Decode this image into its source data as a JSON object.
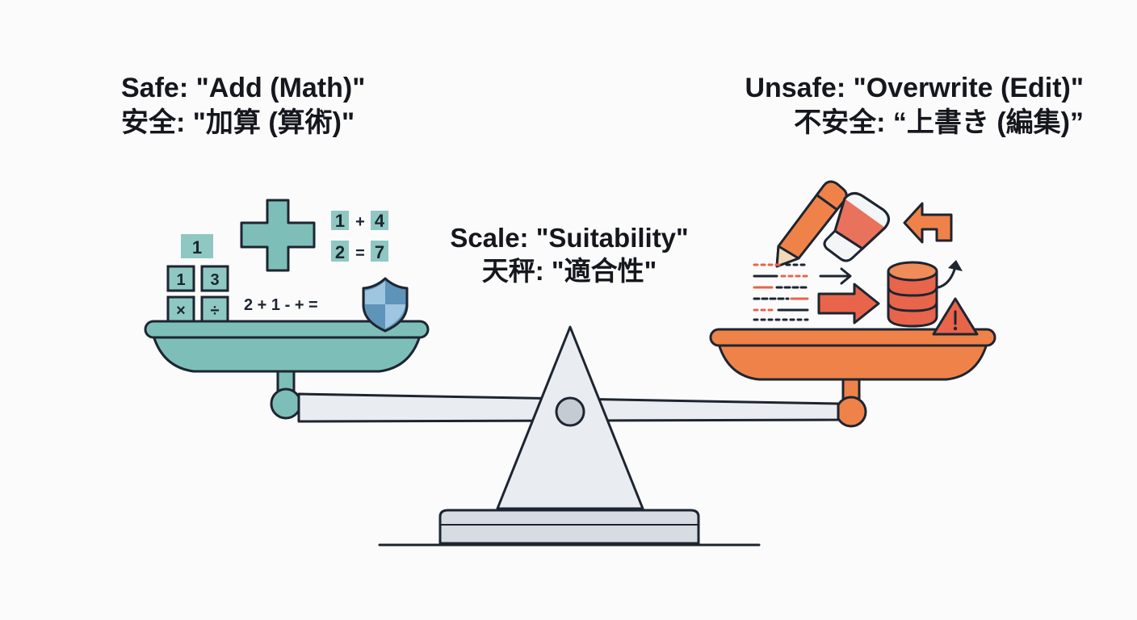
{
  "left_label": {
    "line1": "Safe: \"Add (Math)\"",
    "line2": "安全: \"加算 (算術)\""
  },
  "right_label": {
    "line1": "Unsafe: \"Overwrite (Edit)\"",
    "line2": "不安全: “上書き (編集)”"
  },
  "center_label": {
    "line1": "Scale: \"Suitability\"",
    "line2": "天秤: \"適合性\""
  },
  "math_tiles": {
    "top": "1",
    "row1": [
      "1",
      "3"
    ],
    "row2": [
      "×",
      "÷"
    ],
    "eq1": [
      "1",
      "+",
      "4"
    ],
    "eq2": [
      "2",
      "=",
      "7"
    ],
    "expression": "2 + 1 - + ="
  },
  "colors": {
    "safe_pan": "#7dbfb8",
    "unsafe_pan": "#ef8249",
    "outline": "#1d2530",
    "beam": "#e9edf2",
    "base": "#d7dce2",
    "shield": "#5e93ba",
    "edit_red": "#e8644a"
  },
  "icons": [
    "plus-icon",
    "shield-icon",
    "pencil-icon",
    "eraser-icon",
    "undo-arrow-icon",
    "text-lines-icon",
    "arrow-right-icon",
    "database-icon",
    "warning-icon"
  ]
}
